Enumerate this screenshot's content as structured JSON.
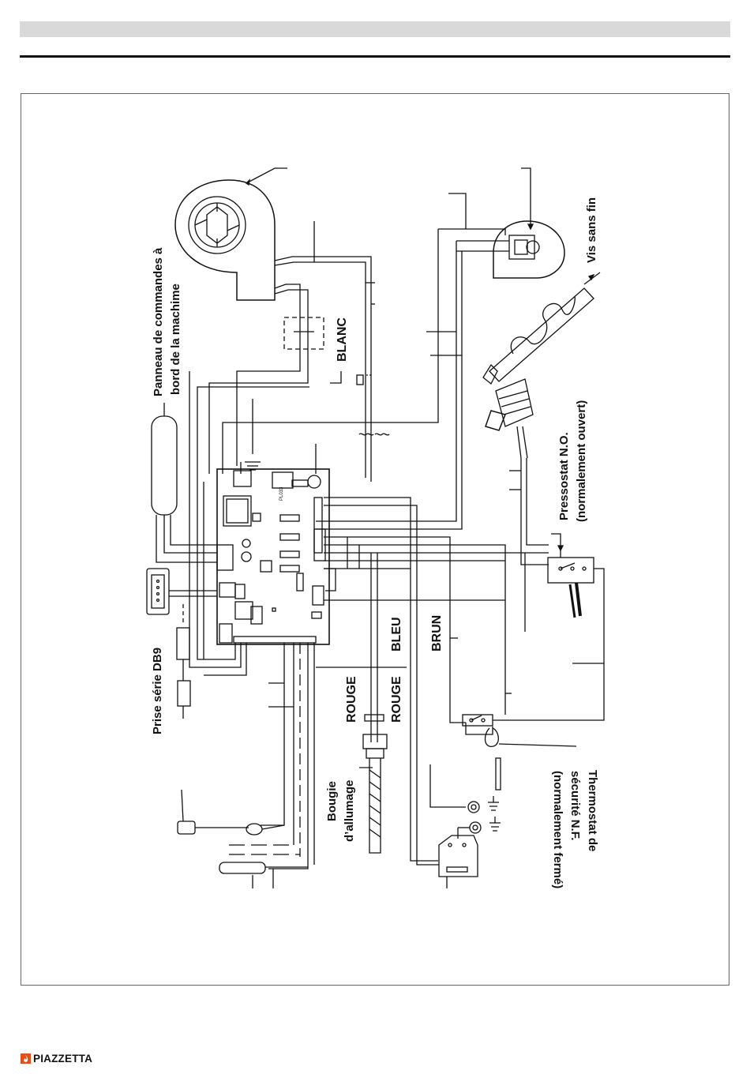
{
  "brand": {
    "name": "PIAZZETTA",
    "accent_color": "#e0501c"
  },
  "labels": {
    "control_panel_line1": "Panneau de commandes à",
    "control_panel_line2": "bord de la machime",
    "auger": "Vis sans fin",
    "white_wire": "BLANC",
    "pressure_switch_line1": "Pressostat N.O.",
    "pressure_switch_line2": "(normalement ouvert)",
    "serial_port": "Prise série DB9",
    "red_wire_1": "ROUGE",
    "red_wire_2": "ROUGE",
    "blue_wire": "BLEU",
    "brown_wire": "BRUN",
    "igniter_line1": "Bougie",
    "igniter_line2": "d’allumage",
    "thermostat_line1": "Thermostat de",
    "thermostat_line2": "sécurité N.F.",
    "thermostat_line3": "(normalement fermé)"
  },
  "board": {
    "model": "PL033"
  }
}
